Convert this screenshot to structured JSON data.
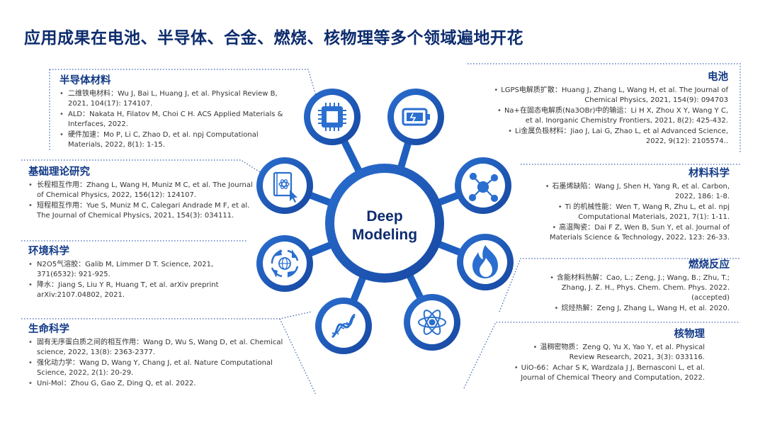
{
  "title": "应用成果在电池、半导体、合金、燃烧、核物理等多个领域遍地开花",
  "center": {
    "line1": "Deep",
    "line2": "Modeling"
  },
  "colors": {
    "primary": "#1f5fbf",
    "dark": "#0d2c6e",
    "light": "#eef3fb"
  },
  "icons": [
    "chip-icon",
    "battery-icon",
    "molecule-icon",
    "flame-icon",
    "atom-icon",
    "dna-icon",
    "recycle-globe-icon",
    "book-atom-icon"
  ],
  "panels": {
    "semiconductor": {
      "title": "半导体材料",
      "items": [
        "二维铁电材料：Wu J, Bai L, Huang J, et al. Physical Review B, 2021, 104(17): 174107.",
        "ALD：Nakata H, Filatov M, Choi C H. ACS Applied Materials & Interfaces, 2022.",
        "硬件加速：Mo P, Li C, Zhao D, et al. npj Computational Materials, 2022, 8(1): 1-15."
      ]
    },
    "theory": {
      "title": "基础理论研究",
      "items": [
        "长程相互作用：Zhang L, Wang H, Muniz M C, et al. The Journal of Chemical Physics, 2022, 156(12): 124107.",
        "短程相互作用：Yue S, Muniz M C, Calegari Andrade M F, et al. The Journal of Chemical Physics, 2021, 154(3): 034111."
      ]
    },
    "environment": {
      "title": "环境科学",
      "items": [
        "N2O5气溶胶：Galib M, Limmer D T. Science, 2021, 371(6532): 921-925.",
        "降水：Jiang S, Liu Y R, Huang T, et al. arXiv preprint arXiv:2107.04802, 2021."
      ]
    },
    "life": {
      "title": "生命科学",
      "items": [
        "固有无序蛋白质之间的相互作用：Wang D, Wu S, Wang D, et al. Chemical science, 2022, 13(8): 2363-2377.",
        "强化动力学：Wang D, Wang Y, Chang J, et al. Nature Computational Science, 2022, 2(1): 20-29.",
        "Uni-Mol：Zhou G, Gao Z, Ding Q, et al. 2022."
      ]
    },
    "battery": {
      "title": "电池",
      "items": [
        "LGPS电解质扩散：Huang J, Zhang L, Wang H, et al. The Journal of Chemical Physics, 2021, 154(9): 094703",
        "Na+在固态电解质(Na3OBr)中的输运：Li H X, Zhou X Y, Wang Y C, et al. Inorganic Chemistry Frontiers, 2021, 8(2): 425-432.",
        "Li金属负极材料：Jiao J, Lai G, Zhao L, et al Advanced Science, 2022, 9(12): 2105574.."
      ]
    },
    "materials": {
      "title": "材料科学",
      "items": [
        "石墨烯缺陷：Wang J, Shen H, Yang R, et al. Carbon, 2022, 186: 1-8.",
        "Ti 的机械性能：Wen T, Wang R, Zhu L, et al. npj Computational Materials, 2021, 7(1): 1-11.",
        "高温陶瓷：Dai F Z, Wen B, Sun Y, et al. Journal of Materials Science & Technology, 2022, 123: 26-33."
      ]
    },
    "combustion": {
      "title": "燃烧反应",
      "items": [
        "含能材料热解：Cao, L.; Zeng, J.; Wang, B.; Zhu, T.; Zhang, J. Z. H., Phys. Chem. Chem. Phys. 2022. (accepted)",
        "烷烃热解：Zeng J, Zhang L, Wang H, et al. 2020."
      ]
    },
    "nuclear": {
      "title": "核物理",
      "items": [
        "温稠密物质：Zeng Q, Yu X, Yao Y, et al. Physical Review Research, 2021, 3(3): 033116.",
        "UiO-66：Achar S K, Wardzala J J, Bernasconi L, et al. Journal of Chemical Theory and Computation, 2022."
      ]
    }
  }
}
